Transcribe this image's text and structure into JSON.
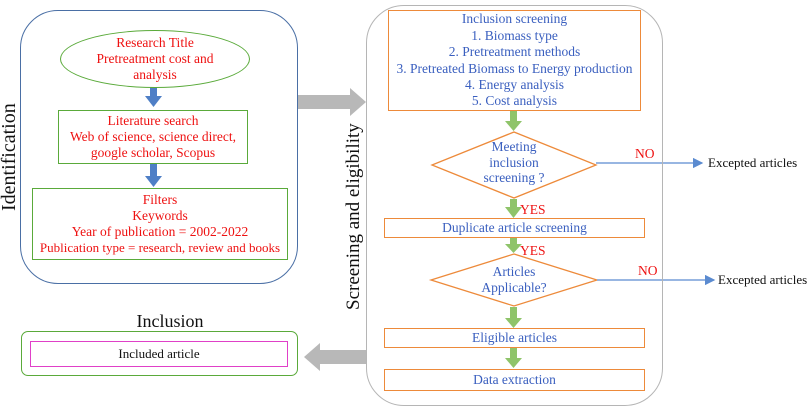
{
  "identification": {
    "label": "Identification",
    "title_box": [
      "Research Title",
      "Pretreatment cost and",
      "analysis"
    ],
    "lit_box": [
      "Literature search",
      "Web of science, science direct,",
      "google scholar, Scopus"
    ],
    "filter_box": [
      "Filters",
      "Keywords",
      "Year of publication = 2002-2022",
      "Publication type = research, review and books"
    ]
  },
  "screening": {
    "label": "Screening and eligibility",
    "inclusion_box": {
      "title": "Inclusion screening",
      "items": [
        "1.   Biomass type",
        "2.   Pretreatment methods",
        "3.   Pretreated Biomass to Energy production",
        "4.   Energy analysis",
        "5.   Cost analysis"
      ]
    },
    "decision1": [
      "Meeting",
      "inclusion",
      "screening ?"
    ],
    "yes1": "YES",
    "no1": "NO",
    "excluded1": "Excepted articles",
    "duplicate": "Duplicate article screening",
    "yes2": "YES",
    "decision2": [
      "Articles",
      "Applicable?"
    ],
    "no2": "NO",
    "excluded2": "Excepted articles",
    "eligible": "Eligible articles",
    "extraction": "Data extraction"
  },
  "inclusion": {
    "label": "Inclusion",
    "included": "Included article"
  },
  "colors": {
    "panel_border_left": "#4a6fa5",
    "panel_border_right": "#b5b5b5",
    "green": "#5aaa3a",
    "orange": "#ed8a3a",
    "red_text": "#ee1111",
    "blue_text": "#3a5fbf",
    "arrow_blue": "#4f7fc6",
    "arrow_green": "#8fc46a",
    "arrow_gray": "#b8b8b8",
    "magenta": "#e040c8"
  }
}
